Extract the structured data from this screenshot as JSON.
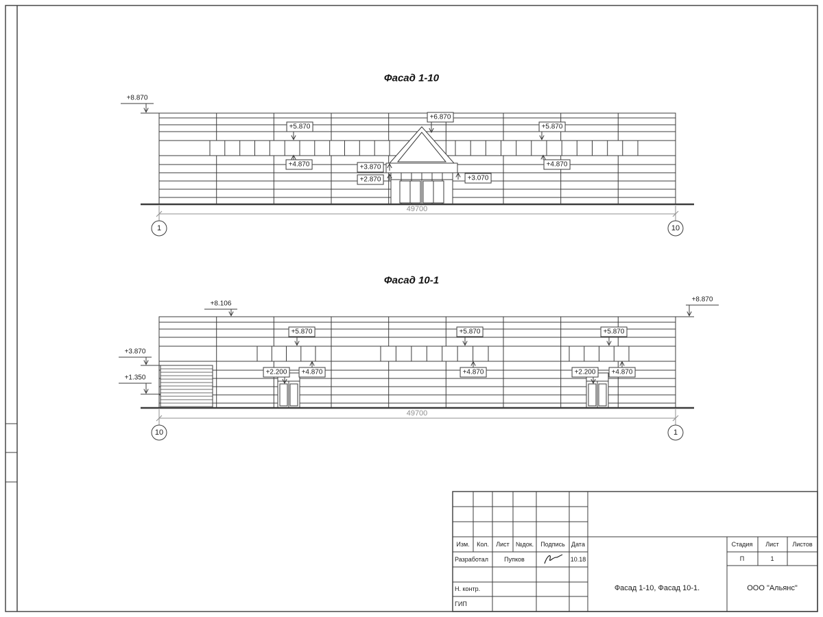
{
  "facade1": {
    "title": "Фасад 1-10",
    "dimension": "49700",
    "axis_left": "1",
    "axis_right": "10",
    "marks": [
      "+8.870",
      "+5.870",
      "+6.870",
      "+5.870",
      "+4.870",
      "+3.870",
      "+2.870",
      "+3.070",
      "+4.870"
    ]
  },
  "facade2": {
    "title": "Фасад 10-1",
    "dimension": "49700",
    "axis_left": "10",
    "axis_right": "1",
    "marks": [
      "+8.106",
      "+8.870",
      "+5.870",
      "+5.870",
      "+5.870",
      "+3.870",
      "+1.350",
      "+2.200",
      "+4.870",
      "+4.870",
      "+2.200",
      "+4.870"
    ]
  },
  "titleblock": {
    "col_izm": "Изм.",
    "col_kol": "Кол.",
    "col_list": "Лист",
    "col_ndok": "№док.",
    "col_podpis": "Подпись",
    "col_data": "Дата",
    "role_razrabotal": "Разработал",
    "razrabotal_name": "Пупков",
    "razrabotal_date": "10.18",
    "role_nkontr": "Н. контр.",
    "role_gip": "ГИП",
    "doc_title": "Фасад 1-10, Фасад 10-1.",
    "company": "ООО \"Альянс\"",
    "stadia_label": "Стадия",
    "list_label": "Лист",
    "listov_label": "Листов",
    "stadia_value": "П",
    "list_value": "1"
  }
}
